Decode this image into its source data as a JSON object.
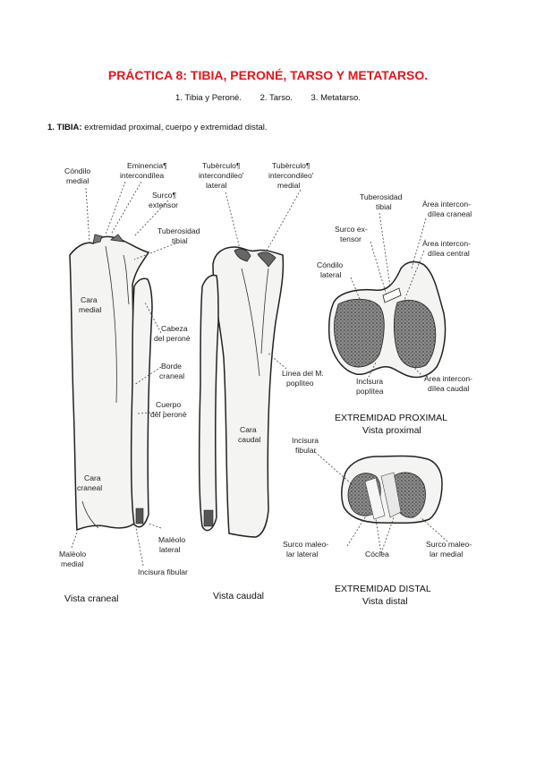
{
  "title": "PRÁCTICA 8: TIBIA, PERONÉ, TARSO Y METATARSO.",
  "toc": [
    "1. Tibia y Peroné.",
    "2. Tarso.",
    "3. Metatarso."
  ],
  "section": {
    "heading": "1. TIBIA:",
    "text": "extremidad proximal, cuerpo y extremidad distal."
  },
  "labels": {
    "condilo_medial": [
      "Cóndilo",
      "medial"
    ],
    "eminencia": [
      "Eminencia¶",
      "intercondílea"
    ],
    "surco_extensor": [
      "Surco¶",
      "extensor"
    ],
    "tuberosidad_tibial": [
      "Tuberosidad",
      "tibial"
    ],
    "cara_medial": [
      "Cara",
      "medial"
    ],
    "cabeza_perone": [
      "Cabeza",
      "del peronè"
    ],
    "borde_craneal": [
      "Borde",
      "craneal"
    ],
    "cuerpo_perone": [
      "Cuerpo",
      "del peronè"
    ],
    "cara_craneal": [
      "Cara",
      "craneal"
    ],
    "maleolo_medial": [
      "Malèolo",
      "medial"
    ],
    "maleolo_lateral": [
      "Malèolo",
      "lateral"
    ],
    "incisura_fibular": [
      "Incisura fibular"
    ],
    "tuberculo_lateral": [
      "Tubèrculo¶",
      "intercondileo'",
      "lateral"
    ],
    "tuberculo_medial": [
      "Tubèrculo¶",
      "intercondileo'",
      "medial"
    ],
    "linea_popliteo": [
      "Linea del M.",
      "poplìteo"
    ],
    "cara_caudal": [
      "Cara",
      "caudal"
    ],
    "px_tuberosidad": [
      "Tuberosidad",
      "tibial"
    ],
    "px_area_craneal": [
      "Área intercon-",
      "dílea craneal"
    ],
    "px_surco": [
      "Surco ex-",
      "tensor"
    ],
    "px_area_central": [
      "Área intercon-",
      "dílea central"
    ],
    "px_condilo": [
      "Cóndilo",
      "lateral"
    ],
    "px_incisura": [
      "Incisura",
      "poplítea"
    ],
    "px_area_caudal": [
      "Área intercon-",
      "dílea caudal"
    ],
    "ds_incisura": [
      "Incisura",
      "fibular"
    ],
    "ds_surco_lateral": [
      "Surco maleo-",
      "lar lateral"
    ],
    "ds_coclea": [
      "Cóclea"
    ],
    "ds_surco_medial": [
      "Surco maleo-",
      "lar medial"
    ]
  },
  "captions": {
    "vista_craneal": "Vista craneal",
    "vista_caudal": "Vista caudal",
    "proximal_title": "EXTREMIDAD PROXIMAL",
    "proximal_sub": "Vista proximal",
    "distal_title": "EXTREMIDAD DISTAL",
    "distal_sub": "Vista distal"
  }
}
